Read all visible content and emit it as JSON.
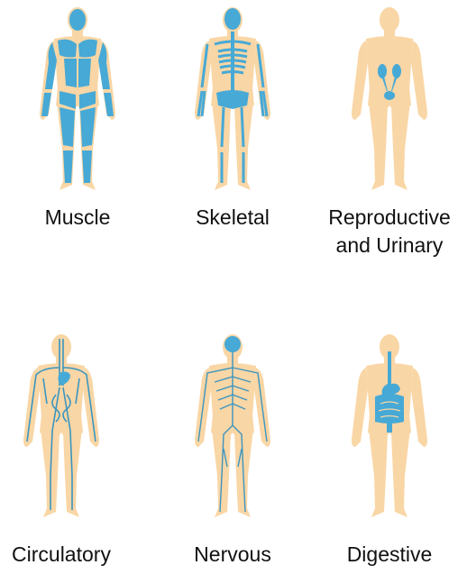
{
  "colors": {
    "skin": "#f9d6a5",
    "organ": "#47a9d6",
    "organ_stroke": "#3b95c0"
  },
  "systems": [
    {
      "id": "muscle",
      "label": "Muscle",
      "icon": "muscle-figure-icon"
    },
    {
      "id": "skeletal",
      "label": "Skeletal",
      "icon": "skeleton-figure-icon"
    },
    {
      "id": "reproductive",
      "label_line1": "Reproductive",
      "label_line2": "and Urinary",
      "icon": "urinary-figure-icon"
    },
    {
      "id": "circulatory",
      "label": "Circulatory",
      "icon": "circulatory-figure-icon"
    },
    {
      "id": "nervous",
      "label": "Nervous",
      "icon": "nervous-figure-icon"
    },
    {
      "id": "digestive",
      "label": "Digestive",
      "icon": "digestive-figure-icon"
    }
  ]
}
